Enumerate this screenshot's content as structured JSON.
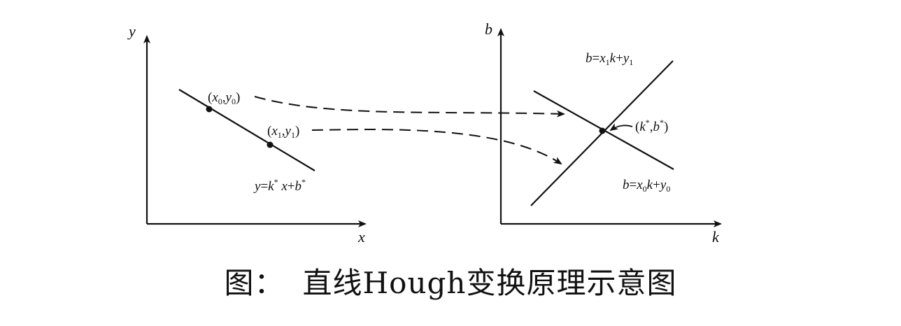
{
  "left_plot": {
    "axis_y_label": "y",
    "axis_x_label": "x",
    "point0_label": {
      "open": "(",
      "x": "x",
      "x_sub": "0",
      "sep": ",",
      "y": "y",
      "y_sub": "0",
      "close": ")"
    },
    "point1_label": {
      "open": "(",
      "x": "x",
      "x_sub": "1",
      "sep": ",",
      "y": "y",
      "y_sub": "1",
      "close": ")"
    },
    "line_eq": {
      "lhs": "y",
      "eq": "=",
      "k": "k",
      "k_sup": "*",
      "x": " x",
      "plus": "+",
      "b": "b",
      "b_sup": "*"
    }
  },
  "right_plot": {
    "axis_b_label": "b",
    "axis_k_label": "k",
    "line1_eq": {
      "lhs": "b",
      "eq": "=",
      "x": "x",
      "x_sub": "1",
      "k": "k",
      "plus": "+",
      "y": "y",
      "y_sub": "1"
    },
    "line0_eq": {
      "lhs": "b",
      "eq": "=",
      "x": "x",
      "x_sub": "0",
      "k": "k",
      "plus": "+",
      "y": "y",
      "y_sub": "0"
    },
    "intersection_label": {
      "open": "(",
      "k": "k",
      "k_sup": "*",
      "sep": ",",
      "b": "b",
      "b_sup": "*",
      "close": ")"
    }
  },
  "caption": {
    "prefix": "图：",
    "title": "直线Hough变换原理示意图"
  },
  "colors": {
    "ink": "#111111",
    "background": "#ffffff"
  }
}
